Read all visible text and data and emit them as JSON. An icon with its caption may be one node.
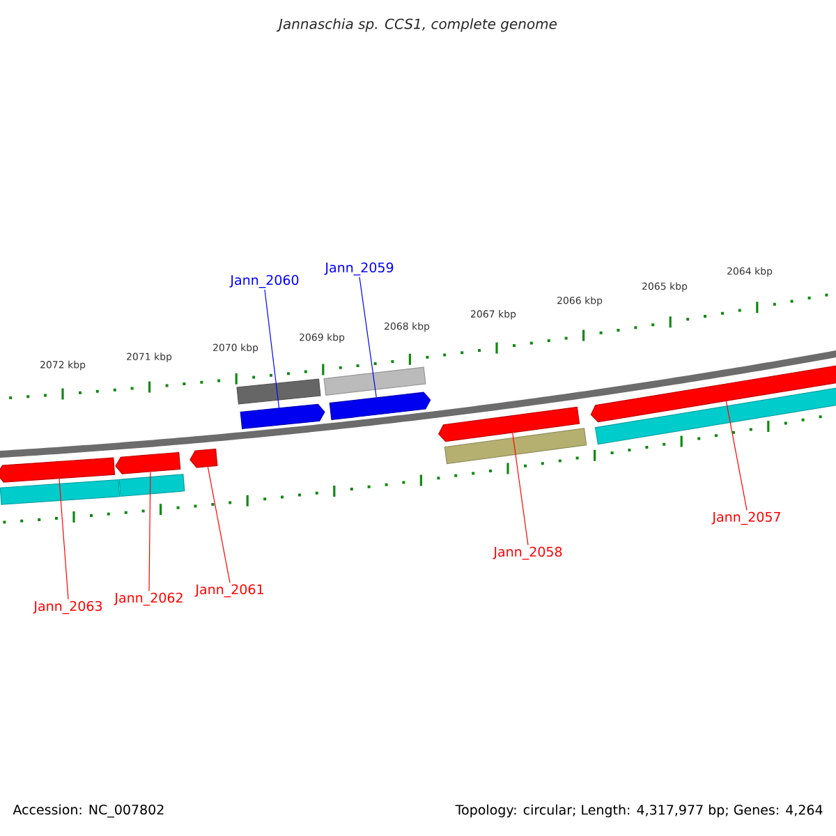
{
  "diagram": {
    "title": "Jannaschia sp. CCS1, complete genome",
    "nodes": [
      {
        "text": [
          "Jann_2060"
        ]
      },
      {
        "text": [
          "Jann_2059"
        ]
      },
      {
        "text": [],
        "shape": "arrow"
      },
      {
        "text": [],
        "shape": "arrow"
      },
      {
        "text": [],
        "shape": "arrow"
      },
      {
        "text": [],
        "shape": "arrow"
      },
      {
        "text": [],
        "shape": "arrow"
      },
      {
        "text": [],
        "shape": "arrow"
      },
      {
        "text": [],
        "shape": "arrow"
      },
      {
        "text": [
          "Jann_2063"
        ]
      },
      {
        "text": [
          "Jann_2062"
        ]
      },
      {
        "text": [
          "Jann_2061"
        ]
      },
      {
        "text": [
          "Jann_2058"
        ]
      },
      {
        "text": [
          "Jann_2057"
        ]
      },
      {
        "text": [],
        "shape": "bar"
      },
      {
        "text": [],
        "shape": "bar"
      },
      {
        "text": [],
        "shape": "bar"
      },
      {
        "text": [],
        "shape": "bar"
      },
      {
        "text": [],
        "shape": "bar"
      },
      {
        "text": [],
        "shape": "bar"
      }
    ],
    "edges": [
      {
        "from": 0,
        "to": 5,
        "arrow": "none",
        "color": "#0000ff"
      },
      {
        "from": 1,
        "to": 6,
        "arrow": "none",
        "color": "#0000ff"
      },
      {
        "from": 9,
        "to": 2,
        "arrow": "none"
      },
      {
        "from": 10,
        "to": 3,
        "arrow": "none"
      },
      {
        "from": 11,
        "to": 4,
        "arrow": "none"
      },
      {
        "from": 12,
        "to": 7,
        "arrow": "none"
      },
      {
        "from": 13,
        "to": 8,
        "arrow": "none"
      }
    ],
    "labels": [
      "2072 kbp",
      "2071 kbp",
      "2070 kbp",
      "2069 kbp",
      "2068 kbp",
      "2067 kbp",
      "2066 kbp",
      "2065 kbp",
      "2064 kbp",
      "Accession: NC_007802",
      "Topology: circular; Length: 4,317,977 bp; Genes: 4,264"
    ]
  }
}
